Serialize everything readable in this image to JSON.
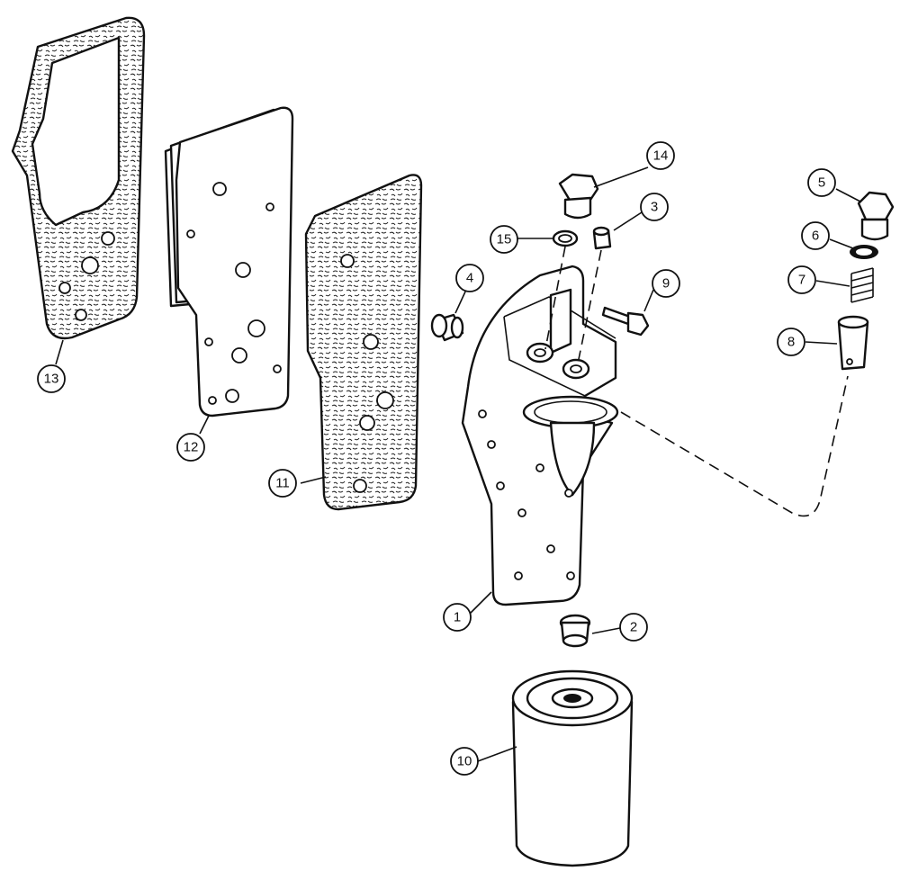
{
  "diagram": {
    "callouts": [
      {
        "id": "1",
        "label": "1"
      },
      {
        "id": "2",
        "label": "2"
      },
      {
        "id": "3",
        "label": "3"
      },
      {
        "id": "4",
        "label": "4"
      },
      {
        "id": "5",
        "label": "5"
      },
      {
        "id": "6",
        "label": "6"
      },
      {
        "id": "7",
        "label": "7"
      },
      {
        "id": "8",
        "label": "8"
      },
      {
        "id": "9",
        "label": "9"
      },
      {
        "id": "10",
        "label": "10"
      },
      {
        "id": "11",
        "label": "11"
      },
      {
        "id": "12",
        "label": "12"
      },
      {
        "id": "13",
        "label": "13"
      },
      {
        "id": "14",
        "label": "14"
      },
      {
        "id": "15",
        "label": "15"
      }
    ]
  }
}
